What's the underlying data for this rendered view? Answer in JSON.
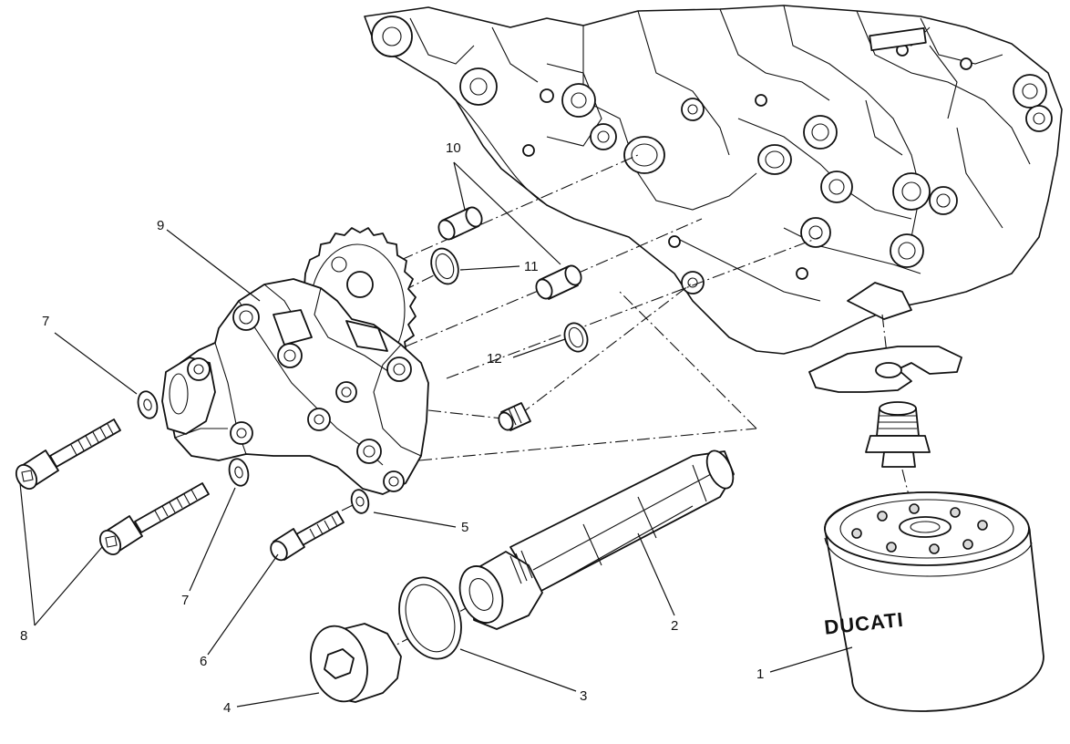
{
  "callouts": [
    {
      "id": "1",
      "label": "1"
    },
    {
      "id": "2",
      "label": "2"
    },
    {
      "id": "3",
      "label": "3"
    },
    {
      "id": "4",
      "label": "4"
    },
    {
      "id": "5",
      "label": "5"
    },
    {
      "id": "6",
      "label": "6"
    },
    {
      "id": "7a",
      "label": "7"
    },
    {
      "id": "7b",
      "label": "7"
    },
    {
      "id": "8",
      "label": "8"
    },
    {
      "id": "9",
      "label": "9"
    },
    {
      "id": "10",
      "label": "10"
    },
    {
      "id": "11",
      "label": "11"
    },
    {
      "id": "12",
      "label": "12"
    }
  ],
  "filter": {
    "brand": "DUCATI"
  }
}
